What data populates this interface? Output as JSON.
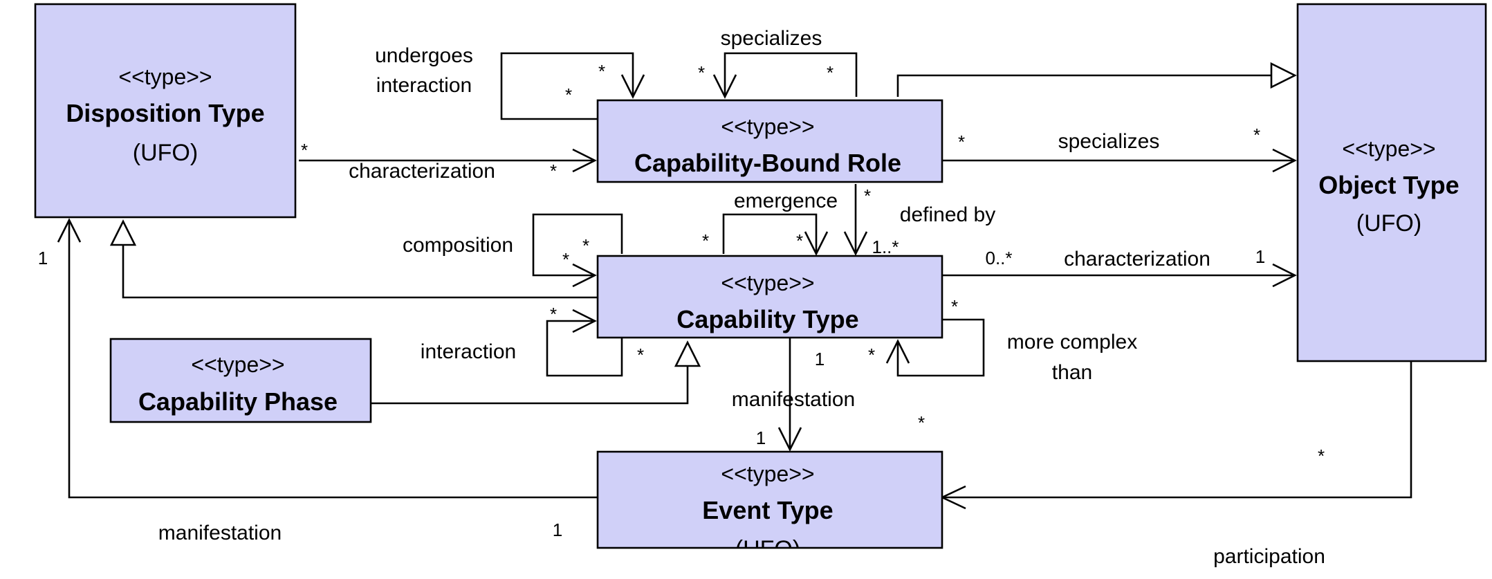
{
  "classes": {
    "disposition_type": {
      "stereotype": "<<type>>",
      "name": "Disposition Type",
      "source": "(UFO)"
    },
    "capability_bound_role": {
      "stereotype": "<<type>>",
      "name": "Capability-Bound Role"
    },
    "object_type": {
      "stereotype": "<<type>>",
      "name": "Object Type",
      "source": "(UFO)"
    },
    "capability_type": {
      "stereotype": "<<type>>",
      "name": "Capability Type"
    },
    "capability_phase": {
      "stereotype": "<<type>>",
      "name": "Capability Phase"
    },
    "event_type": {
      "stereotype": "<<type>>",
      "name": "Event Type",
      "source": "(UFO)"
    }
  },
  "relations": {
    "undergoes_interaction": {
      "line1": "undergoes",
      "line2": "interaction",
      "m_a": "*",
      "m_b": "*"
    },
    "role_specializes_self": {
      "label": "specializes",
      "m_a": "*",
      "m_b": "*"
    },
    "characterization_disp_role": {
      "label": "characterization",
      "m_src": "*",
      "m_tgt": "*"
    },
    "role_specializes_object": {
      "label": "specializes",
      "m_src": "*",
      "m_tgt": "*"
    },
    "emergence": {
      "label": "emergence",
      "m_a": "*",
      "m_b": "*"
    },
    "defined_by": {
      "label": "defined by",
      "m_src": "*",
      "m_tgt": "1..*"
    },
    "composition": {
      "label": "composition",
      "m_a": "*",
      "m_b": "*"
    },
    "characterization_cap_object": {
      "label": "characterization",
      "m_src": "0..*",
      "m_tgt": "1"
    },
    "interaction": {
      "label": "interaction",
      "m_a": "*",
      "m_b": "*"
    },
    "more_complex_than": {
      "line1": "more complex",
      "line2": "than",
      "m_a": "*",
      "m_b": "*"
    },
    "manifestation_cap_event": {
      "label": "manifestation",
      "m_src": "1",
      "m_tgt": "1"
    },
    "manifestation_event_disp": {
      "label": "manifestation",
      "m_src": "1",
      "m_tgt": "1"
    },
    "participation": {
      "label": "participation",
      "m_src": "*",
      "m_tgt": "*"
    }
  }
}
